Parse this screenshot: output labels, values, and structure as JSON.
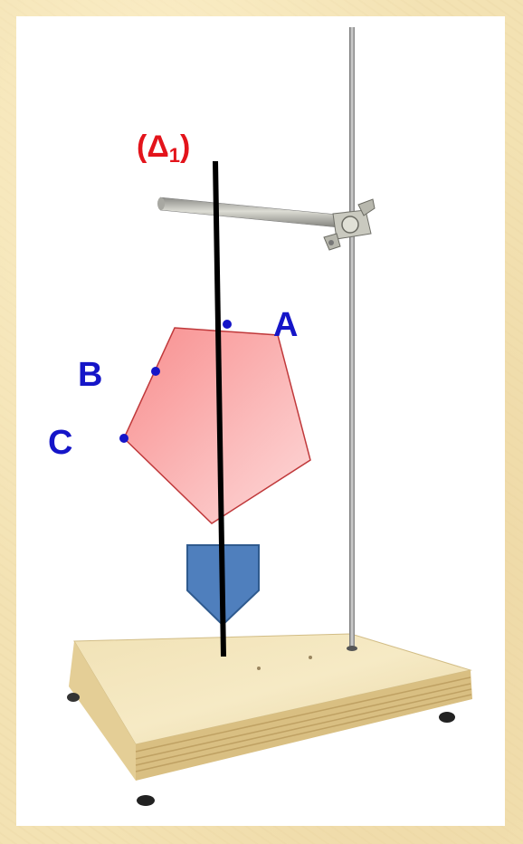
{
  "axis": {
    "prefix": "(Δ",
    "subscript": "1",
    "suffix": ")"
  },
  "points": {
    "A": "A",
    "B": "B",
    "C": "C"
  },
  "colors": {
    "axis_label": "#e3141b",
    "point_label": "#1515c8",
    "plate_fill": "#f7a4a4",
    "plate_edge": "#c0393b",
    "plumb_bob": "#4f7fbd",
    "axis_line": "#000000"
  }
}
